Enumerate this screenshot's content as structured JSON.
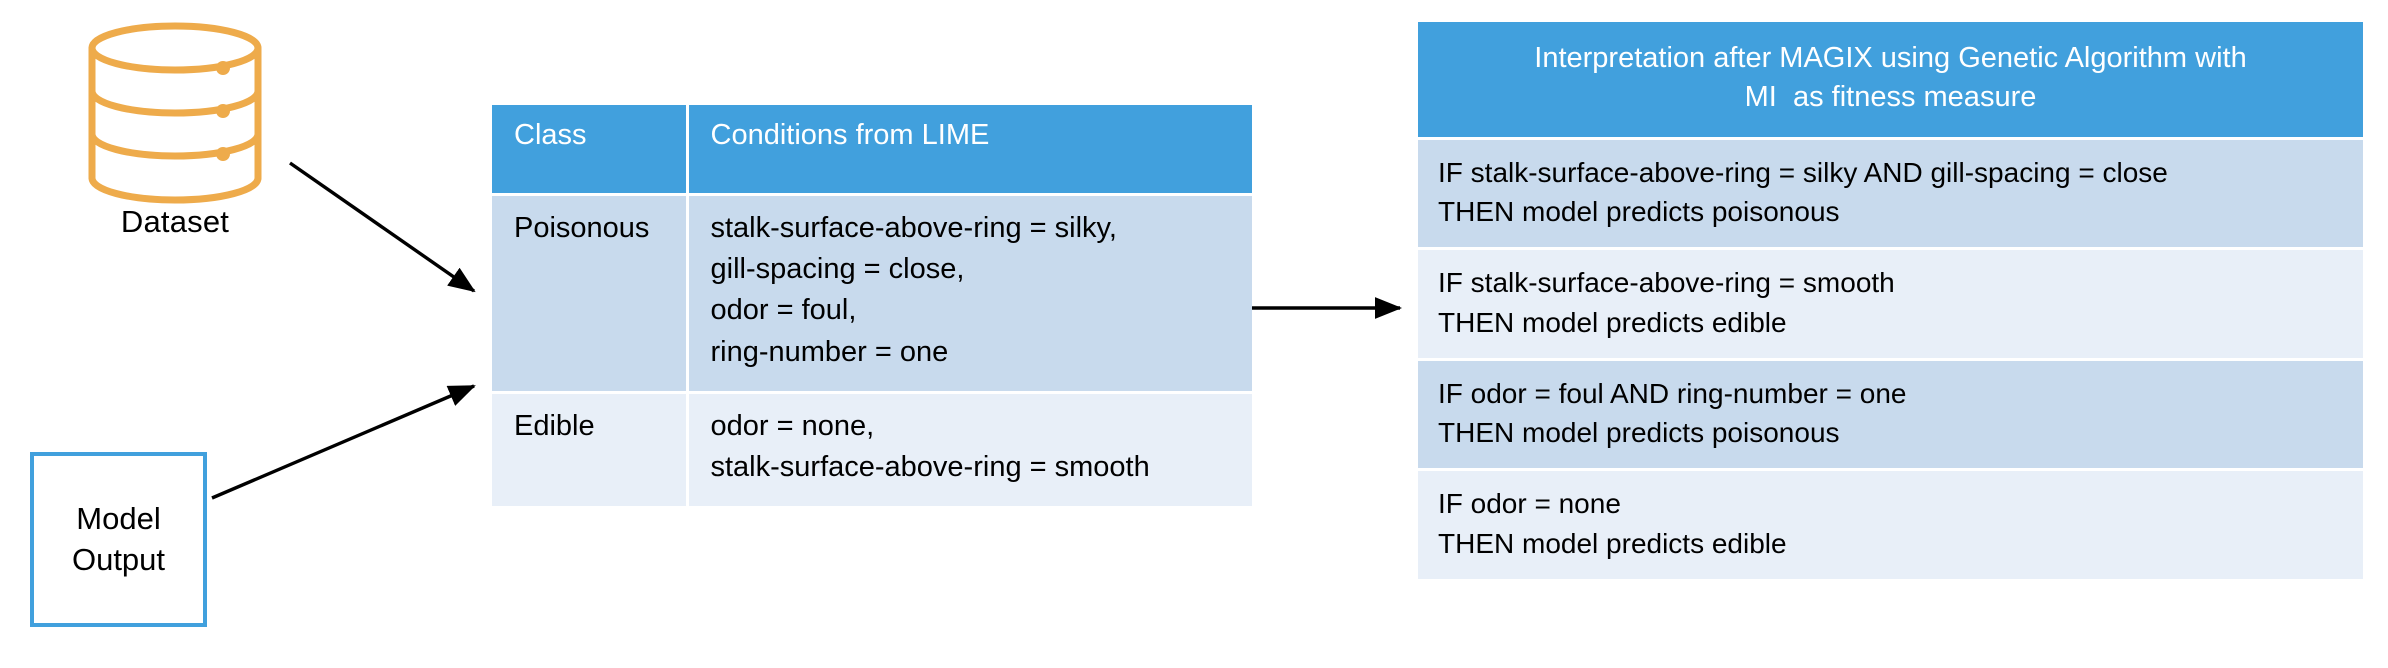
{
  "dataset": {
    "label": "Dataset",
    "icon": "database-cylinder-icon",
    "stroke_color": "#eeab4b"
  },
  "model_output": {
    "line1": "Model",
    "line2": "Output",
    "border_color": "#41a0dd"
  },
  "lime_table": {
    "header_bg": "#41a0dd",
    "columns": [
      "Class",
      "Conditions from LIME"
    ],
    "rows": [
      {
        "class": "Poisonous",
        "row_bg": "#c8daed",
        "conditions": [
          "stalk-surface-above-ring = silky,",
          "gill-spacing = close,",
          "odor = foul,",
          "ring-number = one"
        ]
      },
      {
        "class": "Edible",
        "row_bg": "#e8eff8",
        "conditions": [
          "odor = none,",
          "stalk-surface-above-ring = smooth"
        ]
      }
    ]
  },
  "magix_panel": {
    "header_bg": "#41a0dd",
    "title": "Interpretation after MAGIX using Genetic Algorithm with\nMI  as fitness measure",
    "rules": [
      {
        "shade": "#c8daed",
        "if_line": "IF stalk-surface-above-ring = silky AND gill-spacing = close",
        "then_line": "THEN model predicts poisonous"
      },
      {
        "shade": "#e8eff8",
        "if_line": "IF stalk-surface-above-ring = smooth",
        "then_line": "THEN model predicts edible"
      },
      {
        "shade": "#c8daed",
        "if_line": "IF odor = foul AND ring-number = one",
        "then_line": "THEN model predicts poisonous"
      },
      {
        "shade": "#e8eff8",
        "if_line": "IF odor = none",
        "then_line": "THEN model predicts edible"
      }
    ]
  },
  "arrows": {
    "dataset_to_table": "arrow-diagonal-down-right-icon",
    "model_to_table": "arrow-diagonal-up-right-icon",
    "table_to_panel": "arrow-right-icon",
    "color": "#000000"
  }
}
